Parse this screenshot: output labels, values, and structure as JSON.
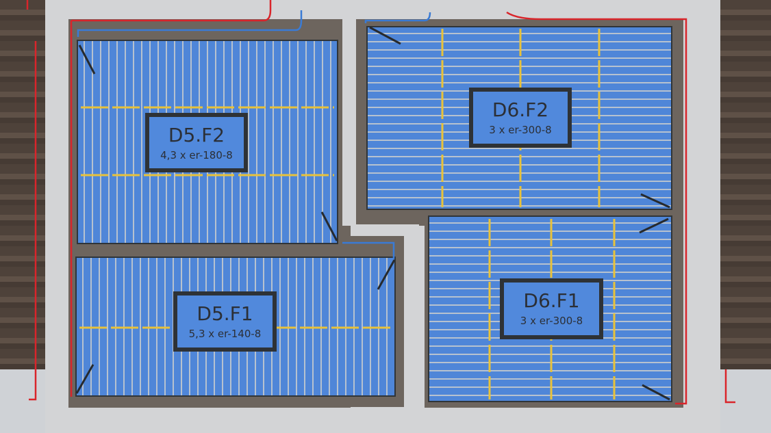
{
  "zones": [
    {
      "id": "D5.F2",
      "spec": "4,3 x er-180-8"
    },
    {
      "id": "D5.F1",
      "spec": "5,3 x er-140-8"
    },
    {
      "id": "D6.F2",
      "spec": "3 x er-300-8"
    },
    {
      "id": "D6.F1",
      "spec": "3 x er-300-8"
    }
  ],
  "colors": {
    "zone": "#4f86d8",
    "pipe_hot": "#d9252b",
    "pipe_cold": "#3a7bd5",
    "divider": "#e8c23a"
  }
}
